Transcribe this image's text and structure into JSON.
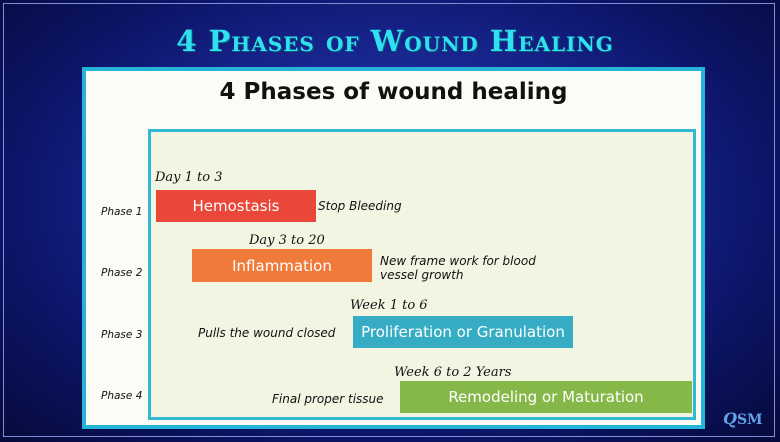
{
  "header": {
    "title": "4 Phases of Wound Healing"
  },
  "slide": {
    "title": "4 Phases of wound healing"
  },
  "phases": [
    {
      "label": "Phase 1",
      "duration": "Day 1 to 3",
      "name": "Hemostasis",
      "description": "Stop Bleeding",
      "color": "#e8473a"
    },
    {
      "label": "Phase 2",
      "duration": "Day 3 to 20",
      "name": "Inflammation",
      "description_lines": [
        "New frame work for blood",
        "vessel growth"
      ],
      "color": "#ef7a3a"
    },
    {
      "label": "Phase 3",
      "duration": "Week 1 to 6",
      "name": "Proliferation or Granulation",
      "description": "Pulls the wound closed",
      "color": "#36adc4"
    },
    {
      "label": "Phase 4",
      "duration": "Week 6 to 2 Years",
      "name": "Remodeling or Maturation",
      "description": "Final proper tissue",
      "color": "#86b849"
    }
  ],
  "logo": {
    "q": "Q",
    "rest": "SM"
  }
}
